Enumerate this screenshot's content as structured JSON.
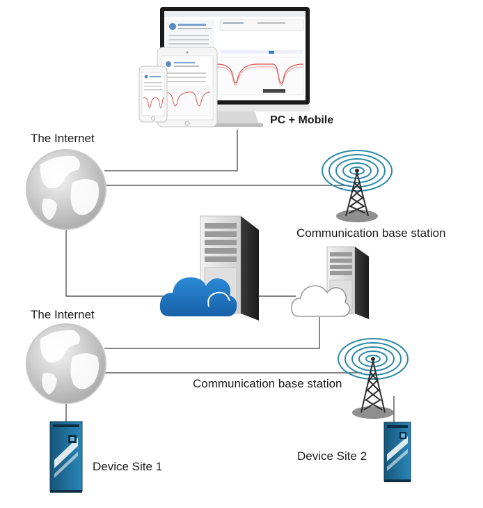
{
  "labels": {
    "pc_mobile": "PC + Mobile",
    "internet_top": "The Internet",
    "internet_bottom": "The Internet",
    "station_top": "Communication base station",
    "station_bottom": "Communication base station",
    "site1": "Device Site 1",
    "site2": "Device Site 2"
  },
  "colors": {
    "line": "#3a3a3a",
    "cloud_primary": "#1e73be",
    "cloud_outline": "#9a9a9a",
    "globe": "#bdbdbd",
    "device_blue": "#1f6f9a",
    "server_gray": "#d9d9d9",
    "chart_red": "#d9534f"
  },
  "icons": {
    "monitor": "desktop-monitor-icon",
    "tablet": "tablet-icon",
    "phone": "phone-icon",
    "globe": "globe-icon",
    "tower": "radio-tower-icon",
    "server": "server-tower-icon",
    "cloud": "cloud-icon",
    "device": "device-cabinet-icon"
  }
}
